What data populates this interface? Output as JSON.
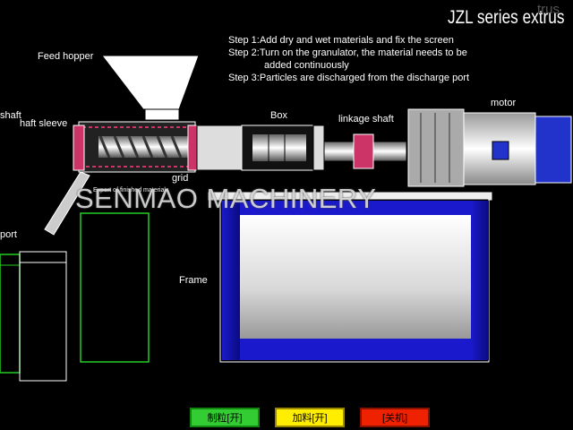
{
  "title": "JZL series extrus",
  "title_ghost": "trus",
  "steps": [
    "Step 1:Add dry and wet materials and fix the screen",
    "Step 2:Turn on the granulator, the material needs to be",
    "added continuously",
    "Step 3:Particles are discharged from the discharge port"
  ],
  "labels": {
    "feed_hopper": "Feed hopper",
    "shaft": "shaft",
    "shaft_sleeve": "haft sleeve",
    "box": "Box",
    "linkage_shaft": "linkage shaft",
    "motor": "motor",
    "grid": "grid",
    "export": "Export of finished materials",
    "port": "port",
    "frame": "Frame"
  },
  "watermark": "SENMAO MACHINERY",
  "buttons": {
    "granulate": "制粒[开]",
    "feed": "加料[开]",
    "close": "[关机]"
  },
  "colors": {
    "frame_blue": "#1a1acc",
    "screw_red": "#cc3366",
    "motor_blue": "#2233cc",
    "outline_green": "#22cc22",
    "btn_green": "#33cc33",
    "btn_yellow": "#ffee00",
    "btn_red": "#ee2200"
  }
}
